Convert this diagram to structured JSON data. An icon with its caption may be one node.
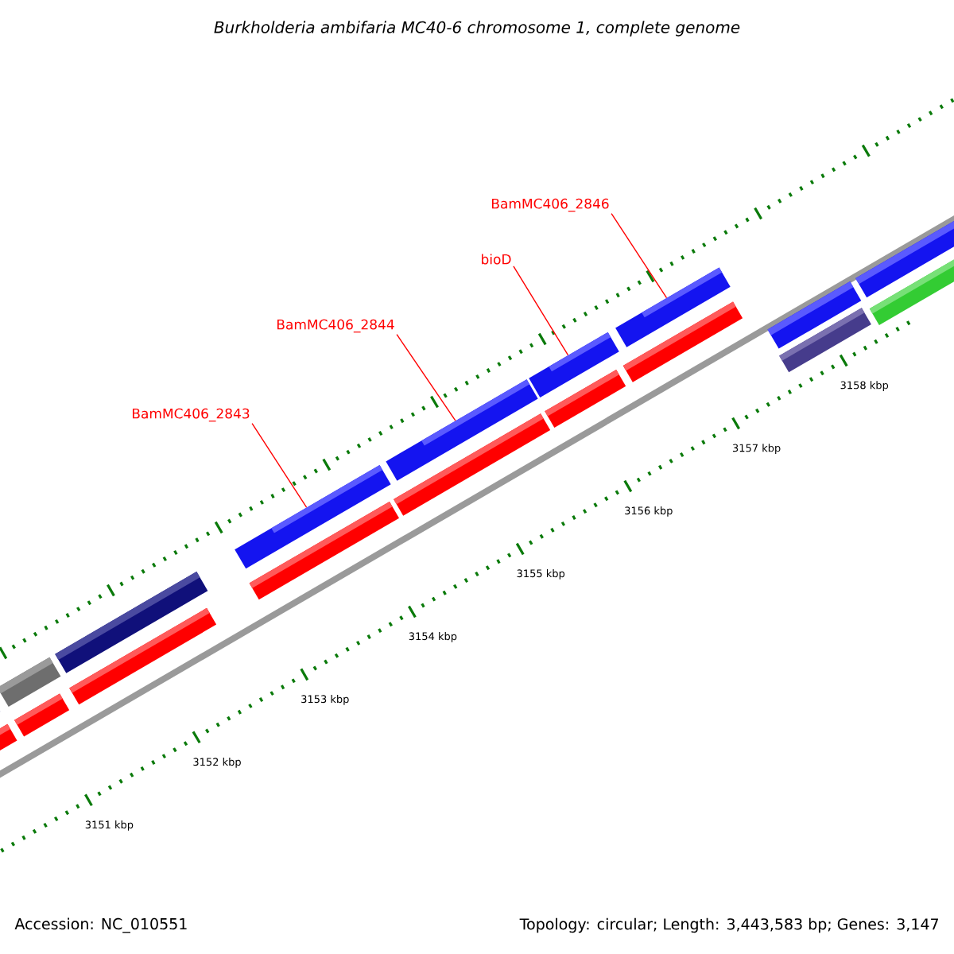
{
  "diagram": {
    "title": "Burkholderia ambifaria MC40-6 chromosome 1, complete genome",
    "nodes": [
      {
        "text": [
          "BamMC406_2843"
        ]
      },
      {
        "text": [
          "BamMC406_2844"
        ]
      },
      {
        "text": [
          "bioD"
        ]
      },
      {
        "text": [
          "BamMC406_2846"
        ]
      },
      {
        "text": [],
        "shape": "bar"
      },
      {
        "text": [],
        "shape": "bar"
      },
      {
        "text": [],
        "shape": "bar"
      },
      {
        "text": [],
        "shape": "bar"
      }
    ],
    "edges": [
      {
        "from": 0,
        "to": 4,
        "arrow": "none"
      },
      {
        "from": 1,
        "to": 5,
        "arrow": "none"
      },
      {
        "from": 2,
        "to": 6,
        "arrow": "none"
      },
      {
        "from": 3,
        "to": 7,
        "arrow": "none"
      }
    ],
    "labels": [
      "3151 kbp",
      "3152 kbp",
      "3153 kbp",
      "3154 kbp",
      "3155 kbp",
      "3156 kbp",
      "3157 kbp",
      "3158 kbp",
      "Accession: NC_010551",
      "Topology: circular; Length: 3,443,583 bp; Genes: 3,147"
    ]
  }
}
